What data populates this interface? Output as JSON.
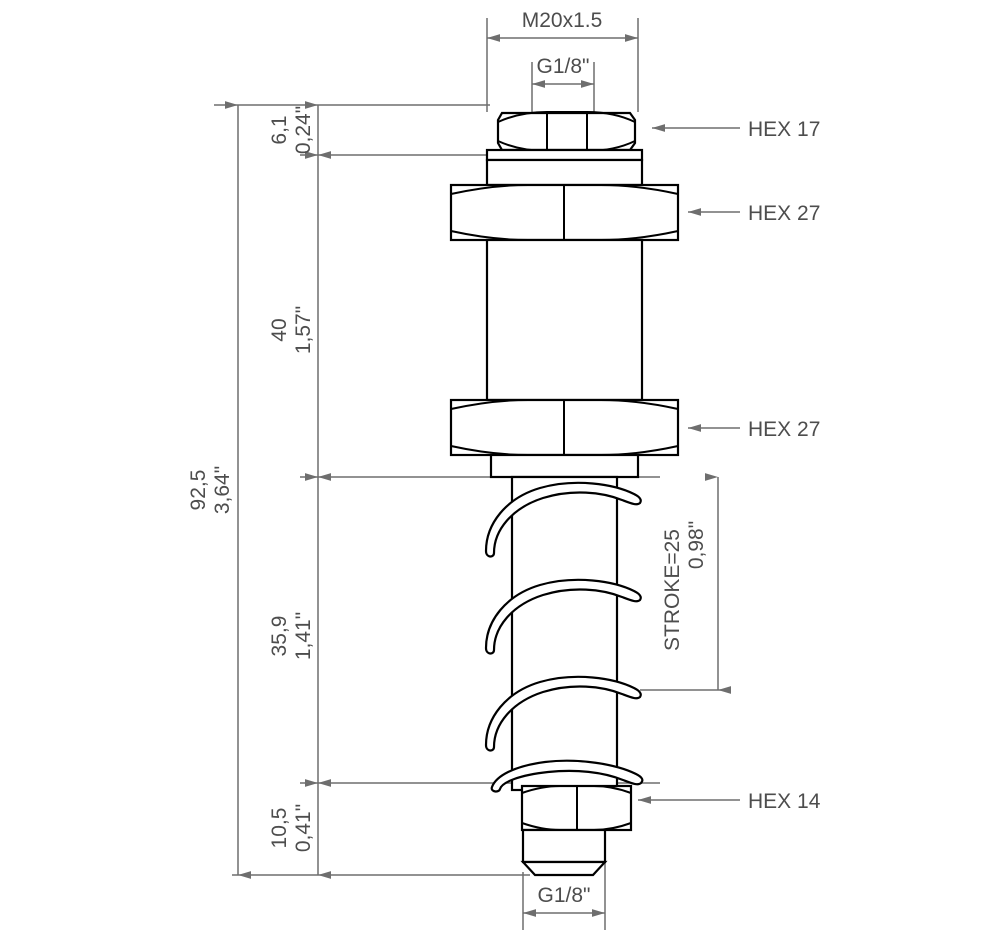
{
  "drawing": {
    "title": "Pneumatic spring-return cylinder technical drawing",
    "colors": {
      "outline": "#000000",
      "dimension": "#6e6e6e",
      "text": "#4d4d4d",
      "background": "#ffffff"
    },
    "top_dimensions": [
      {
        "id": "thread-major",
        "label": "M20x1.5"
      },
      {
        "id": "port-thread-top",
        "label": "G1/8\""
      }
    ],
    "bottom_dimensions": [
      {
        "id": "port-thread-bottom",
        "label": "G1/8\""
      }
    ],
    "vertical_dimensions": [
      {
        "id": "overall-length",
        "mm": "92,5",
        "inch": "3,64\""
      },
      {
        "id": "top-nut-height",
        "mm": "6,1",
        "inch": "0,24\""
      },
      {
        "id": "body-length",
        "mm": "40",
        "inch": "1,57\""
      },
      {
        "id": "spring-section-length",
        "mm": "35,9",
        "inch": "1,41\""
      },
      {
        "id": "bottom-section-length",
        "mm": "10,5",
        "inch": "0,41\""
      }
    ],
    "right_dimensions": [
      {
        "id": "stroke",
        "mm": "STROKE=25",
        "inch": "0,98\""
      }
    ],
    "callouts": [
      {
        "id": "hex-17",
        "label": "HEX 17"
      },
      {
        "id": "hex-27-upper",
        "label": "HEX 27"
      },
      {
        "id": "hex-27-lower",
        "label": "HEX 27"
      },
      {
        "id": "hex-14",
        "label": "HEX 14"
      }
    ]
  }
}
